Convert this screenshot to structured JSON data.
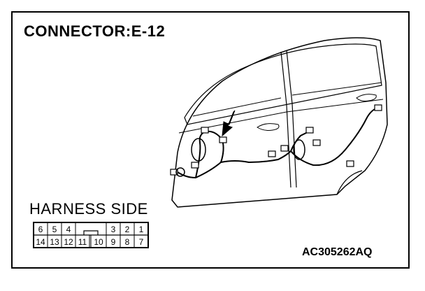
{
  "diagram": {
    "title": "CONNECTOR:E-12",
    "harness_label": "HARNESS SIDE",
    "figure_code": "AC305262AQ",
    "connector": {
      "top_row": [
        "6",
        "5",
        "4",
        "",
        "3",
        "2",
        "1"
      ],
      "bottom_row": [
        "14",
        "13",
        "12",
        "11",
        "10",
        "9",
        "8",
        "7"
      ]
    }
  }
}
